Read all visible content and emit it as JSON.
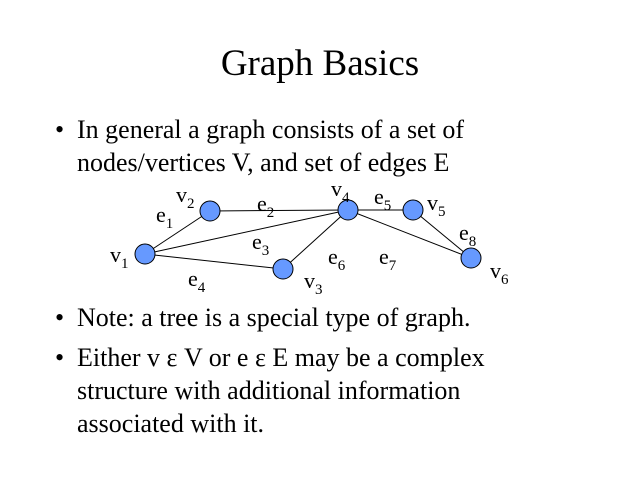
{
  "title": "Graph Basics",
  "bullets": [
    {
      "lines": [
        "In general a graph consists of a set of",
        "nodes/vertices V, and set of edges E"
      ]
    },
    {
      "lines": [
        "Note: a tree is a special type of graph."
      ]
    },
    {
      "lines": [
        "Either v ε V or e ε E may be a complex",
        "structure with additional information",
        "associated with it."
      ]
    }
  ],
  "bullet_symbol": "•",
  "graph": {
    "node_color": "#6699ff",
    "nodes": [
      {
        "id": "v1",
        "base": "v",
        "sub": "1"
      },
      {
        "id": "v2",
        "base": "v",
        "sub": "2"
      },
      {
        "id": "v3",
        "base": "v",
        "sub": "3"
      },
      {
        "id": "v4",
        "base": "v",
        "sub": "4"
      },
      {
        "id": "v5",
        "base": "v",
        "sub": "5"
      },
      {
        "id": "v6",
        "base": "v",
        "sub": "6"
      }
    ],
    "edges": [
      {
        "id": "e1",
        "base": "e",
        "sub": "1",
        "from": "v1",
        "to": "v2"
      },
      {
        "id": "e2",
        "base": "e",
        "sub": "2",
        "from": "v2",
        "to": "v4"
      },
      {
        "id": "e3",
        "base": "e",
        "sub": "3",
        "from": "v1",
        "to": "v4"
      },
      {
        "id": "e4",
        "base": "e",
        "sub": "4",
        "from": "v1",
        "to": "v3"
      },
      {
        "id": "e5",
        "base": "e",
        "sub": "5",
        "from": "v4",
        "to": "v5"
      },
      {
        "id": "e6",
        "base": "e",
        "sub": "6",
        "from": "v3",
        "to": "v4"
      },
      {
        "id": "e7",
        "base": "e",
        "sub": "7",
        "from": "v4",
        "to": "v6"
      },
      {
        "id": "e8",
        "base": "e",
        "sub": "8",
        "from": "v5",
        "to": "v6"
      }
    ]
  }
}
